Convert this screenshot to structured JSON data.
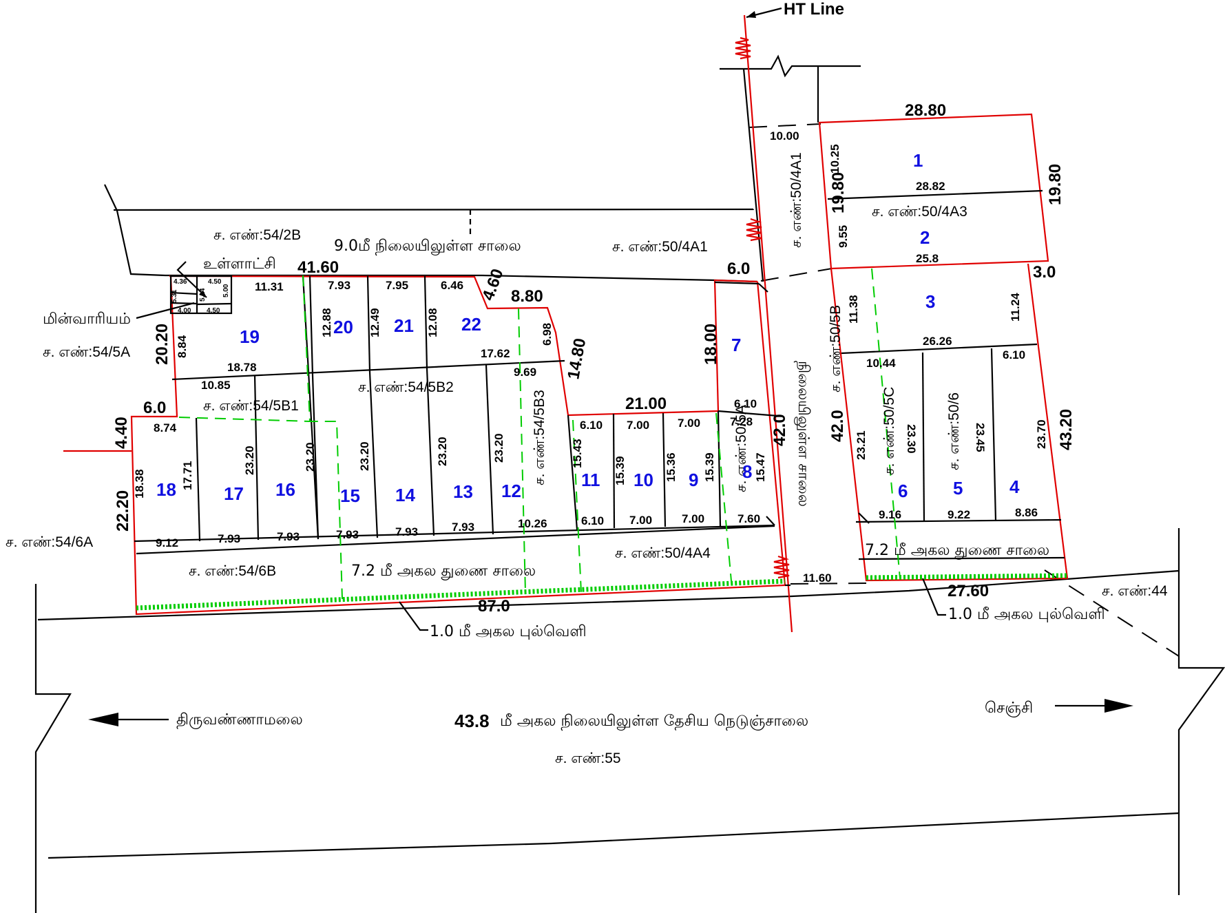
{
  "ht_line": "HT Line",
  "electricity": "மின்வாரியம்",
  "local_body": "உள்ளாட்சி",
  "road_existing_9m": "9.0மீ நிலையிலுள்ள சாலை",
  "service_road_left": "7.2 மீ அகல துணை சாலை",
  "service_road_right": "7.2 மீ அகல துணை சாலை",
  "side_road": "நிலையிலுள்ள சாலை",
  "grass_left": "1.0 மீ அகல புல்வெளி",
  "grass_right": "1.0 மீ அகல புல்வெளி",
  "highway": {
    "width": "43.8",
    "text": "மீ அகல நிலையிலுள்ள தேசிய நெடுஞ்சாலை"
  },
  "dest_left": "திருவண்ணாமலை",
  "dest_right": "செஞ்சி",
  "survey": {
    "s55": "ச. எண்:55",
    "s54_2B": "ச. எண்:54/2B",
    "s50_4A1_top": "ச. எண்:50/4A1",
    "s50_4A1_v": "ச. எண்:50/4A1",
    "s50_4A3": "ச. எண்:50/4A3",
    "s54_5A": "ச. எண்:54/5A",
    "s54_5B1": "ச. எண்:54/5B1",
    "s54_5B2": "ச. எண்:54/5B2",
    "s54_5B3": "ச. எண்:54/5B3",
    "s50_5A": "ச. எண்:50/5A",
    "s50_5B": "ச. எண்:50/5B",
    "s50_5C": "ச. எண்:50/5C",
    "s50_6": "ச. எண்:50/6",
    "s54_6A": "ச. எண்:54/6A",
    "s54_6B": "ச. எண்:54/6B",
    "s50_4A4": "ச. எண்:50/4A4",
    "s44": "ச. எண்:44"
  },
  "plots": [
    "1",
    "2",
    "3",
    "4",
    "5",
    "6",
    "7",
    "8",
    "9",
    "10",
    "11",
    "12",
    "13",
    "14",
    "15",
    "16",
    "17",
    "18",
    "19",
    "20",
    "21",
    "22"
  ],
  "big_dims": {
    "d2880": "28.80",
    "d1980a": "19.80",
    "d1980b": "19.80",
    "d30": "3.0",
    "d4320": "43.20",
    "d420a": "42.0",
    "d420b": "42.0",
    "d2760": "27.60",
    "d870": "87.0",
    "d2220": "22.20",
    "d440": "4.40",
    "d60a": "6.0",
    "d2020": "20.20",
    "d4160": "41.60",
    "d460": "4.60",
    "d880": "8.80",
    "d1480": "14.80",
    "d2100": "21.00",
    "d1800": "18.00",
    "d60b": "6.0"
  },
  "dims": {
    "a1000": "10.00",
    "a1025": "10.25",
    "a2882": "28.82",
    "a955": "9.55",
    "a258": "25.8",
    "a1138": "11.38",
    "a1124": "11.24",
    "a2626": "26.26",
    "a1044": "10.44",
    "a610r": "6.10",
    "a2321": "23.21",
    "a2330": "23.30",
    "a2345": "23.45",
    "a2370": "23.70",
    "a916": "9.16",
    "a922": "9.22",
    "a886": "8.86",
    "a1160": "11.60",
    "b1131": "11.31",
    "b793a": "7.93",
    "b795": "7.95",
    "b646": "6.46",
    "b1288": "12.88",
    "b1249": "12.49",
    "b1208": "12.08",
    "b698": "6.98",
    "b1762": "17.62",
    "b969": "9.69",
    "b884": "8.84",
    "b1878": "18.78",
    "b1085": "10.85",
    "b874": "8.74",
    "b1838": "18.38",
    "b1771": "17.71",
    "b2320a": "23.20",
    "b2320b": "23.20",
    "b2320c": "23.20",
    "b2320d": "23.20",
    "b2320e": "23.20",
    "b610a": "6.10",
    "b700a": "7.00",
    "b700b": "7.00",
    "b610b": "6.10",
    "b728": "7.28",
    "b1543": "15.43",
    "b1539a": "15.39",
    "b1536": "15.36",
    "b1539b": "15.39",
    "b1547": "15.47",
    "b912": "9.12",
    "b793b": "7.93",
    "b793c": "7.93",
    "b793d": "7.93",
    "b793e": "7.93",
    "b793f": "7.93",
    "b1026": "10.26",
    "b610c": "6.10",
    "b700c": "7.00",
    "b700d": "7.00",
    "b760": "7.60",
    "t436": "4.36",
    "t450a": "4.50",
    "t531": "5.31",
    "t514": "5.14",
    "t500": "5.00",
    "t400": "4.00",
    "t450b": "4.50"
  }
}
